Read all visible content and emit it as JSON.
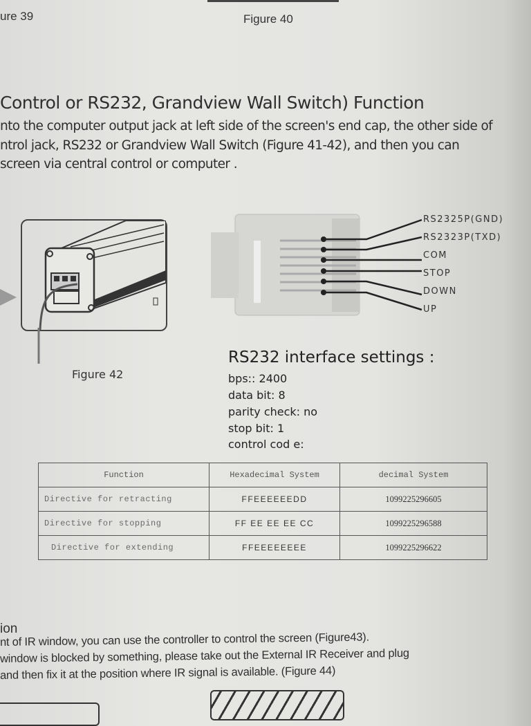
{
  "page": {
    "figure_labels_top": {
      "left": "ure 39",
      "middle": "Figure 40"
    },
    "section": {
      "title": "Control or RS232, Grandview Wall Switch) Function",
      "paragraph_lines": [
        "nto the computer output jack at left side of the screen's end cap, the other side of",
        "ntrol jack, RS232 or Grandview Wall Switch (Figure 41-42), and then you can",
        " screen via central control or computer ."
      ]
    },
    "figure42": {
      "caption": "Figure 42"
    },
    "connector_pins": [
      "RS2325P(GND)",
      "RS2323P(TXD)",
      "COM",
      "STOP",
      "DOWN",
      "UP"
    ],
    "rs232_settings": {
      "title": "RS232 interface settings :",
      "lines": [
        "bps:: 2400",
        "data bit: 8",
        "parity check: no",
        "stop bit: 1",
        "control cod e:"
      ]
    },
    "code_table": {
      "headers": [
        "Function",
        "Hexadecimal System",
        "decimal System"
      ],
      "rows": [
        {
          "function": "Directive for retracting",
          "hex": "FFEEEEEEDD",
          "decimal": "1099225296605"
        },
        {
          "function": "Directive for stopping",
          "hex": "FF EE EE EE CC",
          "decimal": "1099225296588"
        },
        {
          "function": "Directive for extending",
          "hex": "FFEEEEEEEE",
          "decimal": "1099225296622"
        }
      ]
    },
    "ir_section": {
      "title": "ion",
      "lines": [
        "nt of IR window, you can use the controller to control the screen (Figure43).",
        "window is blocked by something, please take out the External IR Receiver and plug",
        " and then fix it at the position where IR signal is available. (Figure 44)"
      ]
    }
  }
}
